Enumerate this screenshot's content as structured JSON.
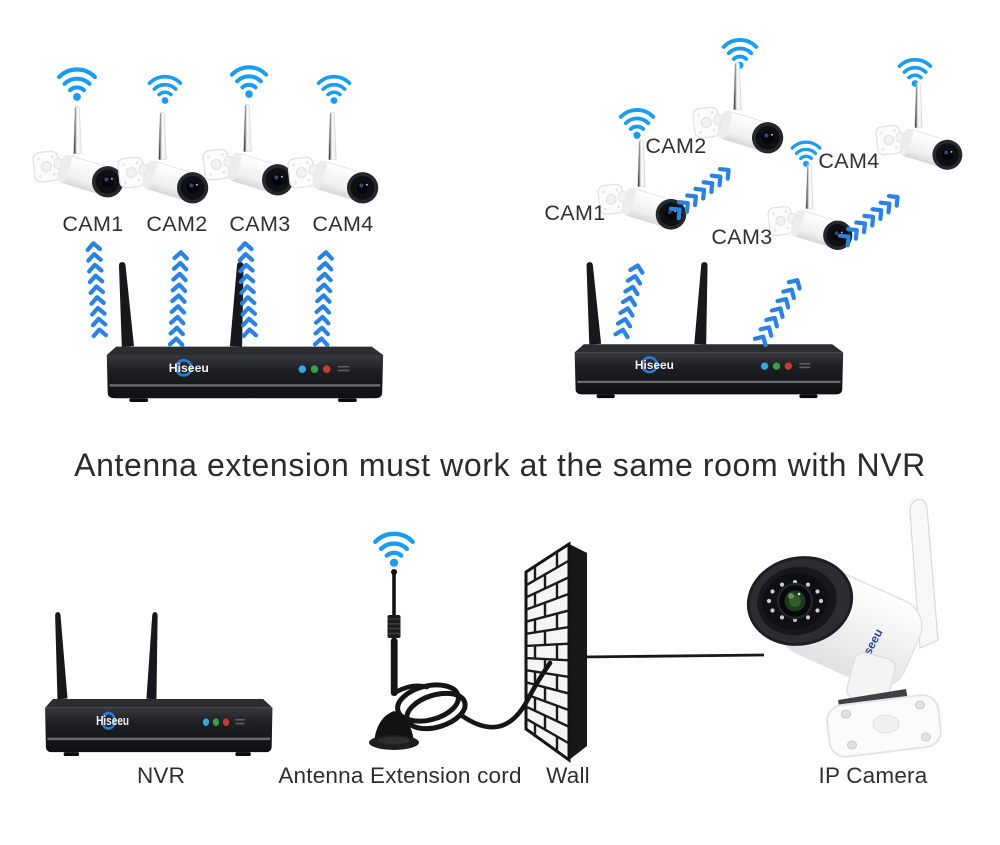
{
  "brand": "Hiseeu",
  "headline": "Antenna extension must work at the same room with NVR",
  "left_group": {
    "cameras": [
      "CAM1",
      "CAM2",
      "CAM3",
      "CAM4"
    ]
  },
  "right_group": {
    "cameras": [
      "CAM1",
      "CAM2",
      "CAM3",
      "CAM4"
    ]
  },
  "bottom_labels": {
    "nvr": "NVR",
    "antenna_cord": "Antenna Extension cord",
    "wall": "Wall",
    "ip_camera": "IP Camera"
  },
  "icons": {
    "wifi_icon": "wifi signal arcs with dot",
    "chevron_icon": "wireless transmission chevron stream"
  },
  "colors": {
    "wifi_blue": "#199cf2",
    "signal_blue": "#2b82e0",
    "text_color": "#2e2e2e",
    "led_blue": "#3aa6de",
    "led_green": "#33a343",
    "led_red": "#c63c34",
    "brand_blue": "#2d7fd8"
  }
}
